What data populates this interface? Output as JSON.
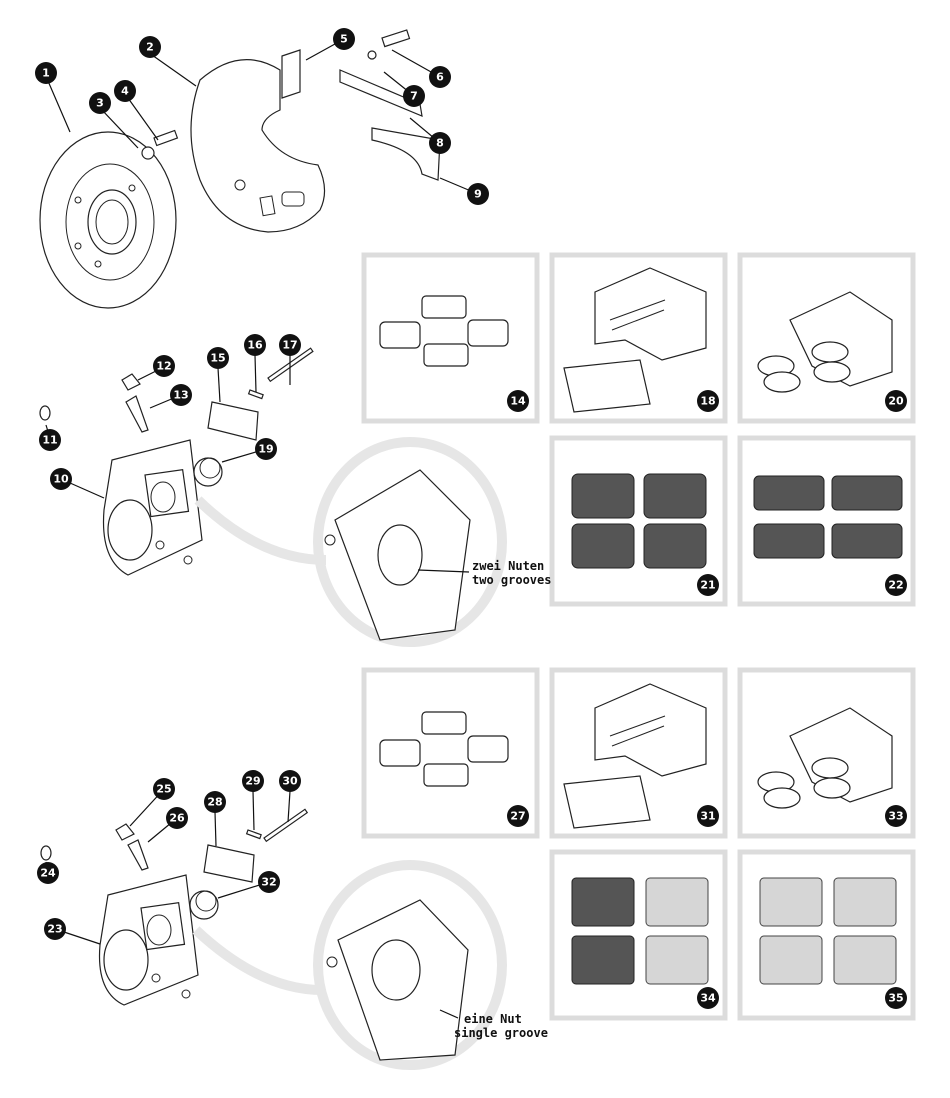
{
  "callouts": {
    "c1": "1",
    "c2": "2",
    "c3": "3",
    "c4": "4",
    "c5": "5",
    "c6": "6",
    "c7": "7",
    "c8": "8",
    "c9": "9",
    "c10": "10",
    "c11": "11",
    "c12": "12",
    "c13": "13",
    "c14": "14",
    "c15": "15",
    "c16": "16",
    "c17": "17",
    "c18": "18",
    "c19": "19",
    "c20": "20",
    "c21": "21",
    "c22": "22",
    "c23": "23",
    "c24": "24",
    "c25": "25",
    "c26": "26",
    "c27": "27",
    "c28": "28",
    "c29": "29",
    "c30": "30",
    "c31": "31",
    "c32": "32",
    "c33": "33",
    "c34": "34",
    "c35": "35"
  },
  "notes": {
    "two_grooves_de": "zwei Nuten",
    "two_grooves_en": "two grooves",
    "single_groove_de": "eine Nut",
    "single_groove_en": "single groove"
  },
  "colors": {
    "callout_fill": "#111111",
    "panel_border": "#dcdcdc",
    "pad_dark": "#555555",
    "pad_light": "#d6d6d6"
  }
}
